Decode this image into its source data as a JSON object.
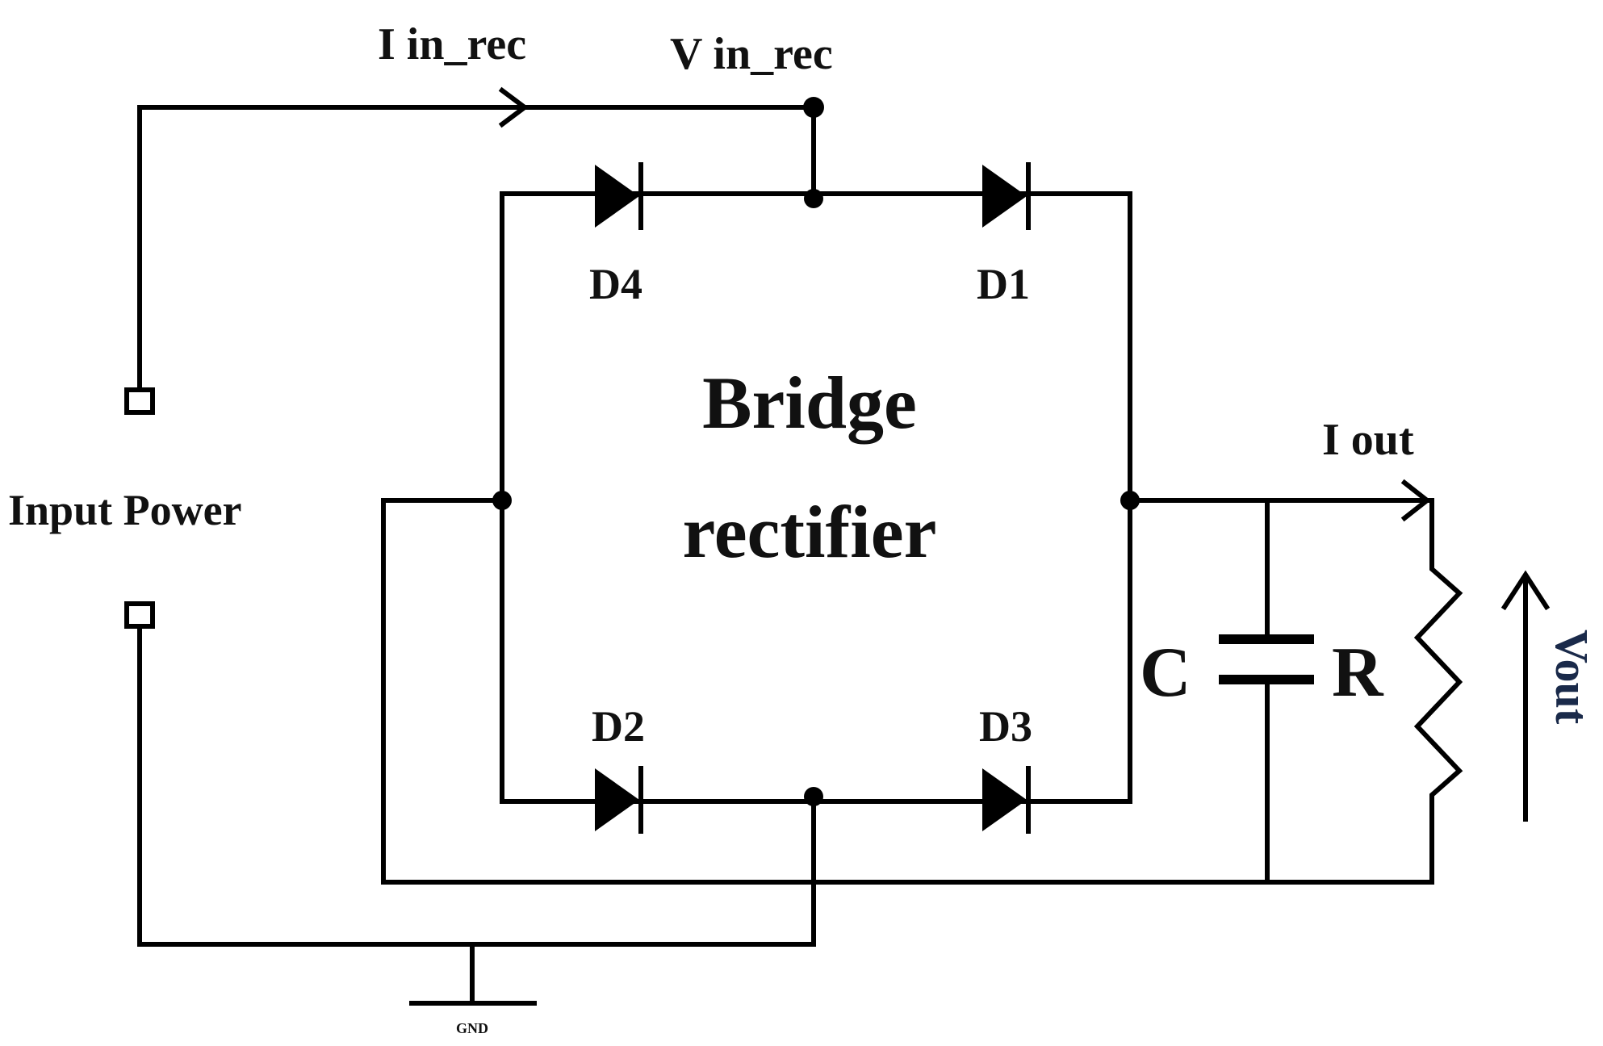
{
  "labels": {
    "i_in_rec": "I in_rec",
    "v_in_rec": "V in_rec",
    "input_power": "Input Power",
    "d4": "D4",
    "d1": "D1",
    "d2": "D2",
    "d3": "D3",
    "bridge": "Bridge",
    "rectifier": "rectifier",
    "i_out": "I out",
    "c": "C",
    "r": "R",
    "vout": "Vout",
    "gnd": "GND"
  },
  "colors": {
    "wire": "#000000",
    "text": "#111111",
    "vout_text": "#1a2a4a"
  }
}
